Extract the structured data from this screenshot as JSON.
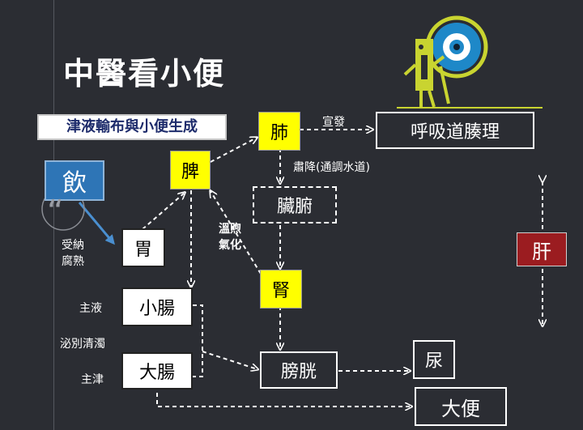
{
  "title": "中醫看小便",
  "subtitle": "津液輸布與小便生成",
  "nodes": {
    "drink": "飲",
    "spleen": "脾",
    "lung": "肺",
    "stomach": "胃",
    "zangfu": "臟腑",
    "kidney": "腎",
    "small_intestine": "小腸",
    "large_intestine": "大腸",
    "bladder": "膀胱",
    "urine": "尿",
    "stool": "大便",
    "breathing": "呼吸道腠理",
    "liver": "肝"
  },
  "labels": {
    "disperse": "宣發",
    "descend": "肅降(通調水道)",
    "warm_1": "溫煦",
    "warm_2": "氣化",
    "receive_1": "受納",
    "receive_2": "腐熟",
    "zhu_ye": "主液",
    "separate": "泌別清濁",
    "zhu_jin": "主津",
    "quote": "“"
  },
  "colors": {
    "background": "#2b2d33",
    "highlight": "#ffff00",
    "drink": "#2e75b6",
    "liver": "#9b1c20",
    "logo": "#c9d430"
  }
}
